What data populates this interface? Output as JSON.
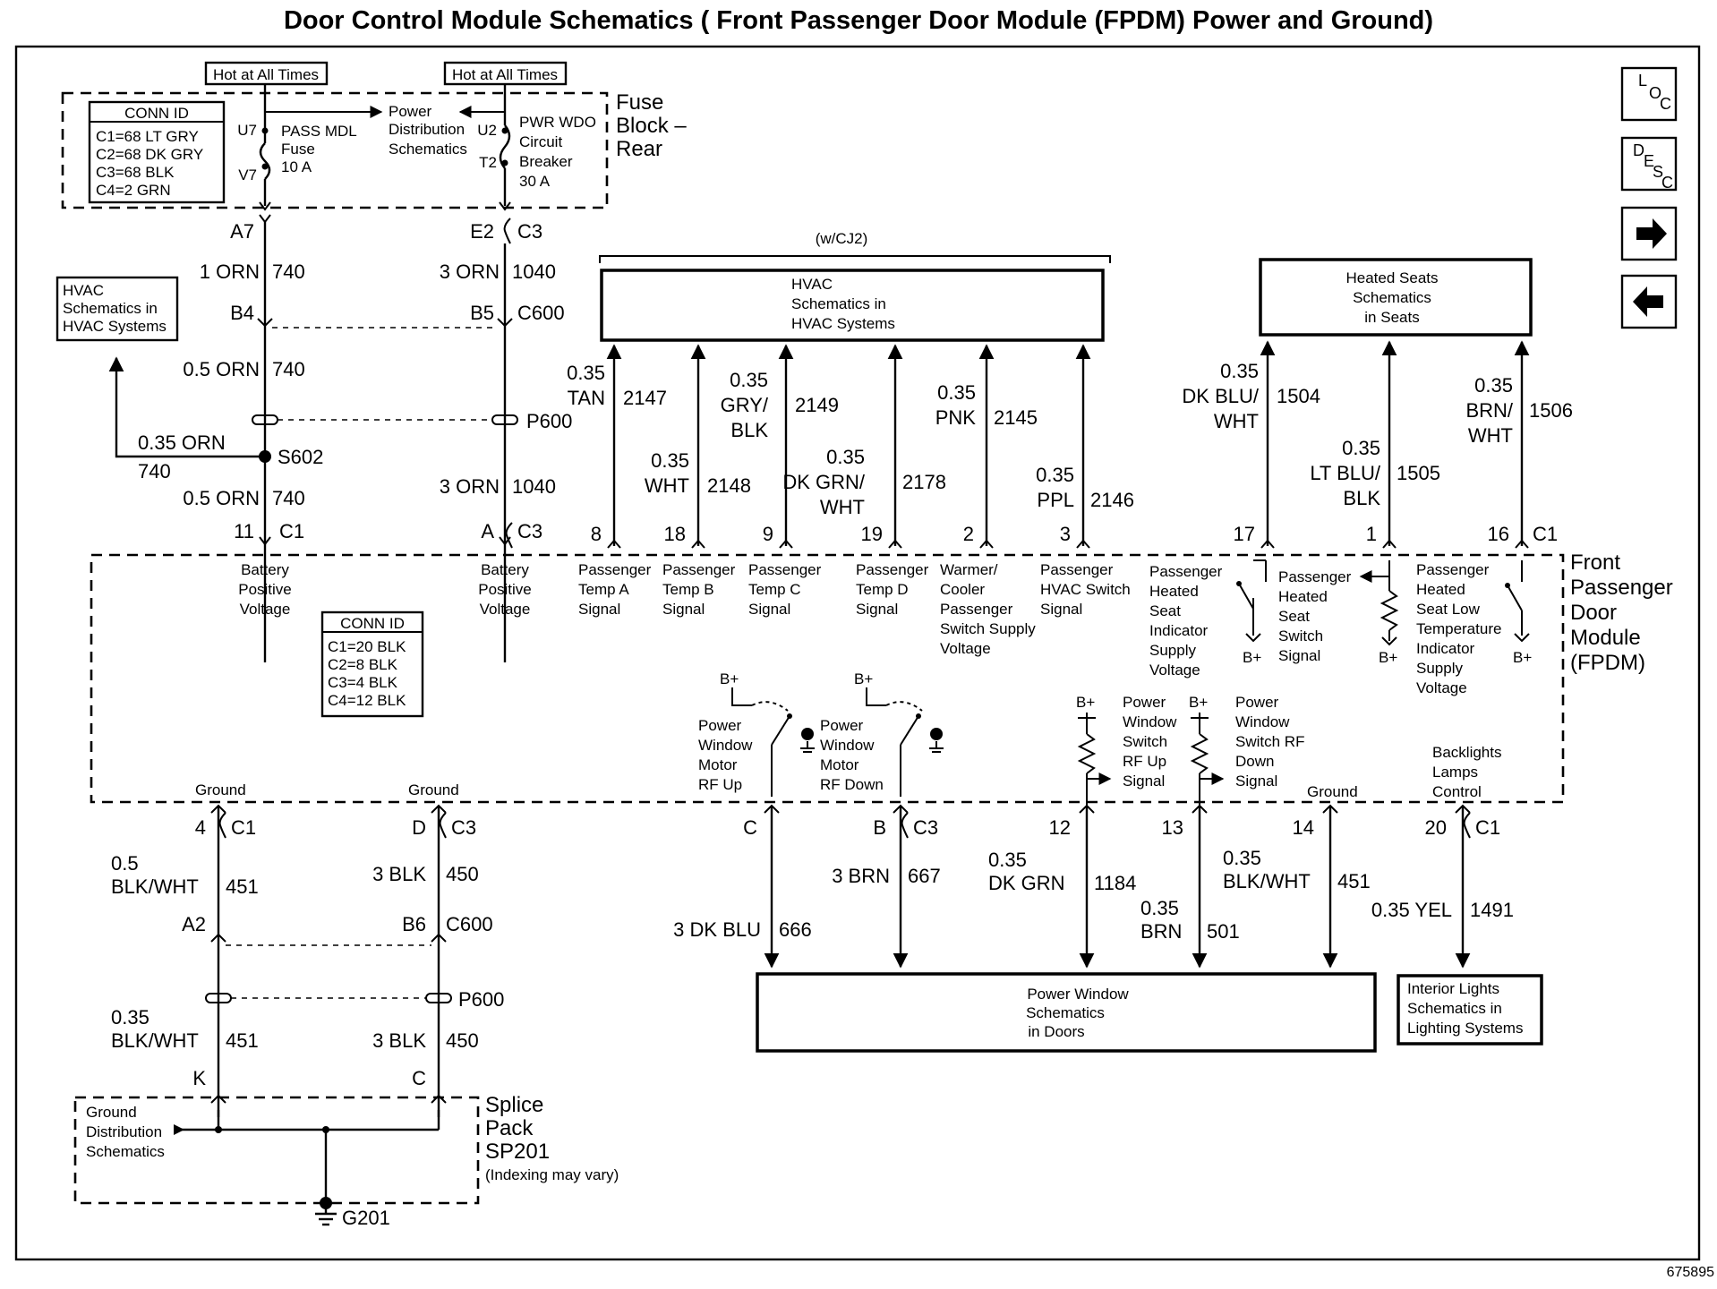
{
  "title": "Door Control Module Schematics ( Front Passenger Door Module (FPDM) Power and Ground)",
  "figure_number": "675895",
  "nav": {
    "loc_label": "LOC",
    "desc_label": "DESC",
    "next_icon": "right-arrow-icon",
    "prev_icon": "left-arrow-icon"
  },
  "fuse_block": {
    "label_lines": [
      "Fuse",
      "Block –",
      "Rear"
    ],
    "hot_label": "Hot at All Times",
    "conn_id": {
      "title": "CONN ID",
      "lines": [
        "C1=68 LT GRY",
        "C2=68 DK GRY",
        "C3=68 BLK",
        "C4=2 GRN"
      ]
    },
    "pins": [
      "U7",
      "V7",
      "U2",
      "T2"
    ],
    "fuse_lines": [
      "PASS MDL",
      "Fuse",
      "10 A"
    ],
    "power_dist_lines": [
      "Power",
      "Distribution",
      "Schematics"
    ],
    "breaker_lines": [
      "PWR WDO",
      "Circuit",
      "Breaker",
      "30 A"
    ]
  },
  "upper_left": {
    "a7": "A7",
    "e2": "E2",
    "c3": "C3",
    "w1_size": "1 ORN",
    "w1_num": "740",
    "w2_size": "3 ORN",
    "w2_num": "1040",
    "b4": "B4",
    "b5": "B5",
    "c600": "C600",
    "w3_size": "0.5 ORN",
    "w3_num": "740",
    "p600": "P600",
    "w4_size": "0.35 ORN",
    "w4_num": "740",
    "s602": "S602",
    "w5_size": "0.5 ORN",
    "w5_num": "740",
    "w6_size": "3 ORN",
    "w6_num": "1040",
    "pin11": "11",
    "c1": "C1",
    "pinA": "A",
    "c3b": "C3",
    "hvac_lines": [
      "HVAC",
      "Schematics in",
      "HVAC Systems"
    ]
  },
  "hvac_top": {
    "cj2": "(w/CJ2)",
    "lines": [
      "HVAC",
      "Schematics in",
      "HVAC Systems"
    ]
  },
  "heated_top": {
    "lines": [
      "Heated Seats",
      "Schematics",
      "in Seats"
    ]
  },
  "signal_wires": [
    {
      "size": [
        "0.35",
        "TAN"
      ],
      "num": "2147",
      "pin": "8"
    },
    {
      "size": [
        "0.35",
        "WHT"
      ],
      "num": "2148",
      "pin": "18"
    },
    {
      "size": [
        "0.35",
        "GRY/",
        "BLK"
      ],
      "num": "2149",
      "pin": "9"
    },
    {
      "size": [
        "0.35",
        "DK GRN/",
        "WHT"
      ],
      "num": "2178",
      "pin": "19"
    },
    {
      "size": [
        "0.35",
        "PNK"
      ],
      "num": "2145",
      "pin": "2"
    },
    {
      "size": [
        "0.35",
        "PPL"
      ],
      "num": "2146",
      "pin": "3"
    },
    {
      "size": [
        "0.35",
        "DK BLU/",
        "WHT"
      ],
      "num": "1504",
      "pin": "17"
    },
    {
      "size": [
        "0.35",
        "LT BLU/",
        "BLK"
      ],
      "num": "1505",
      "pin": "1"
    },
    {
      "size": [
        "0.35",
        "BRN/",
        "WHT"
      ],
      "num": "1506",
      "pin": "16"
    }
  ],
  "c1_right": "C1",
  "module": {
    "label_lines": [
      "Front",
      "Passenger",
      "Door",
      "Module",
      "(FPDM)"
    ],
    "conn_id": {
      "title": "CONN ID",
      "lines": [
        "C1=20 BLK",
        "C2=8 BLK",
        "C3=4 BLK",
        "C4=12 BLK"
      ]
    },
    "bpv_lines": [
      "Battery",
      "Positive",
      "Voltage"
    ],
    "sig_a": [
      "Passenger",
      "Temp A",
      "Signal"
    ],
    "sig_b": [
      "Passenger",
      "Temp B",
      "Signal"
    ],
    "sig_c": [
      "Passenger",
      "Temp C",
      "Signal"
    ],
    "sig_d": [
      "Passenger",
      "Temp D",
      "Signal"
    ],
    "sig_wc": [
      "Warmer/",
      "Cooler",
      "Passenger",
      "Switch Supply",
      "Voltage"
    ],
    "sig_hvac": [
      "Passenger",
      "HVAC Switch",
      "Signal"
    ],
    "sig_ind": [
      "Passenger",
      "Heated",
      "Seat",
      "Indicator",
      "Supply",
      "Voltage"
    ],
    "sig_hss": [
      "Passenger",
      "Heated",
      "Seat",
      "Switch",
      "Signal"
    ],
    "sig_low": [
      "Passenger",
      "Heated",
      "Seat Low",
      "Temperature",
      "Indicator",
      "Supply",
      "Voltage"
    ],
    "bplus": "B+",
    "motor_up": [
      "Power",
      "Window",
      "Motor",
      "RF Up"
    ],
    "motor_dn": [
      "Power",
      "Window",
      "Motor",
      "RF Down"
    ],
    "sw_up": [
      "Power",
      "Window",
      "Switch",
      "RF Up",
      "Signal"
    ],
    "sw_dn": [
      "Power",
      "Window",
      "Switch RF",
      "Down",
      "Signal"
    ],
    "ground": "Ground",
    "backlight": [
      "Backlights",
      "Lamps",
      "Control"
    ]
  },
  "lower": {
    "pin4": "4",
    "c1": "C1",
    "pinD": "D",
    "c3": "C3",
    "g1_size": [
      "0.5",
      "BLK/WHT"
    ],
    "g1_num": "451",
    "g2_size": "3 BLK",
    "g2_num": "450",
    "a2": "A2",
    "b6": "B6",
    "c600": "C600",
    "p600": "P600",
    "g3_size": [
      "0.35",
      "BLK/WHT"
    ],
    "g3_num": "451",
    "g4_size": "3 BLK",
    "g4_num": "450",
    "pinK": "K",
    "pinC": "C",
    "splice_lines": [
      "Splice",
      "Pack",
      "SP201"
    ],
    "indexing": "(Indexing may vary)",
    "gd_lines": [
      "Ground",
      "Distribution",
      "Schematics"
    ],
    "g201": "G201",
    "pinC2": "C",
    "pinB": "B",
    "c3b": "C3",
    "w666_size": "3 DK BLU",
    "w666": "666",
    "w667_size": "3 BRN",
    "w667": "667",
    "pin12": "12",
    "pin13": "13",
    "pin14": "14",
    "pin20": "20",
    "c1b": "C1",
    "w1184_size": [
      "0.35",
      "DK GRN"
    ],
    "w1184": "1184",
    "w501_size": [
      "0.35",
      "BRN"
    ],
    "w501": "501",
    "w451_size": [
      "0.35",
      "BLK/WHT"
    ],
    "w451": "451",
    "w1491_size": "0.35 YEL",
    "w1491": "1491",
    "pw_lines": [
      "Power Window",
      "Schematics",
      "in Doors"
    ],
    "il_lines": [
      "Interior Lights",
      "Schematics in",
      "Lighting Systems"
    ]
  }
}
